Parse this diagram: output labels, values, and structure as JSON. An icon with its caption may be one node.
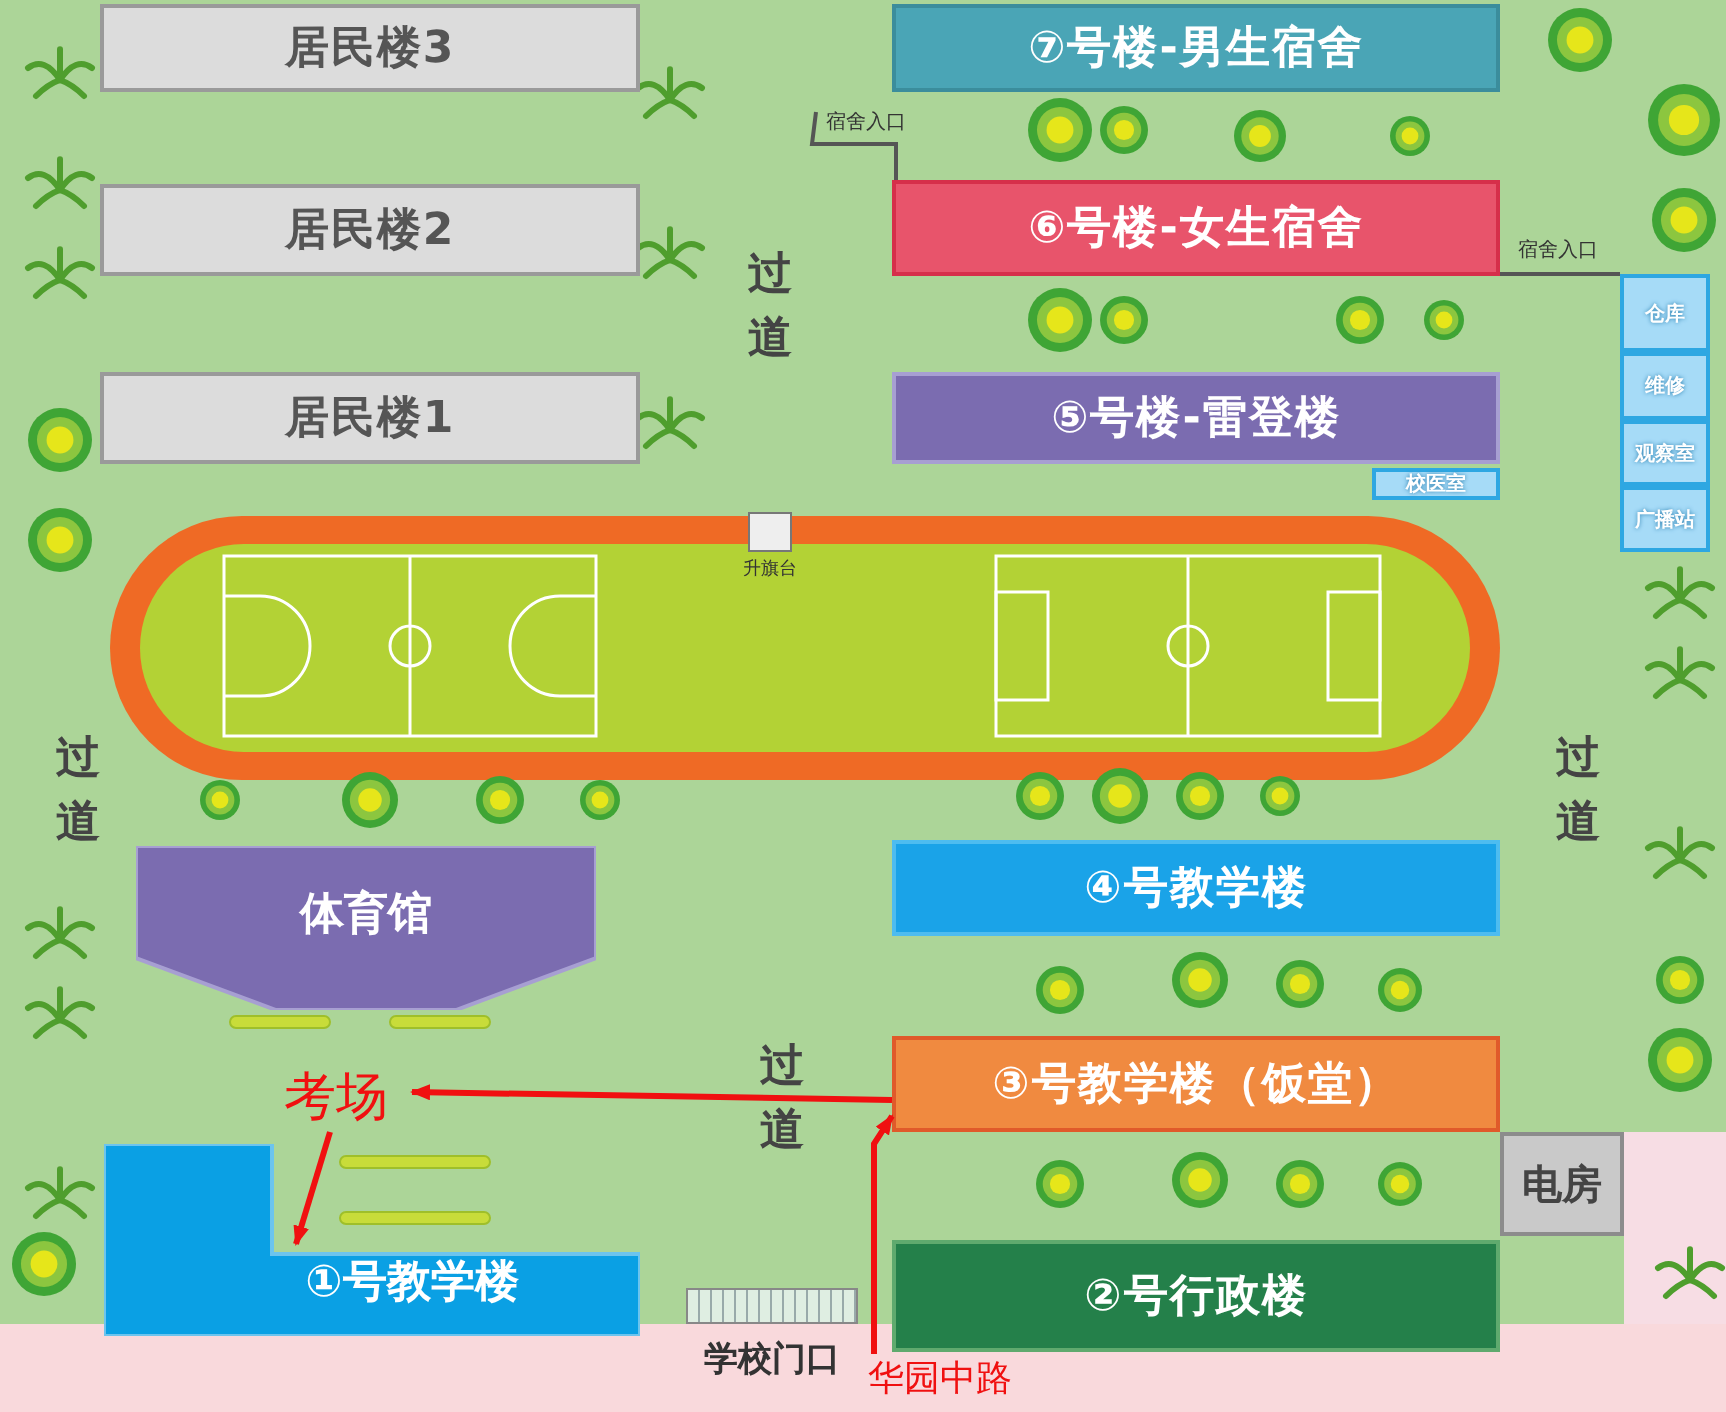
{
  "diagram": {
    "nodes": [
      {
        "text": [
          "居民楼3"
        ]
      },
      {
        "text": [
          "⑦号楼-男生宿舍"
        ]
      },
      {
        "text": [
          "宿舍入口"
        ]
      },
      {
        "text": [
          "居民楼2"
        ]
      },
      {
        "text": [
          "⑥号楼-女生宿舍"
        ]
      },
      {
        "text": [
          "仓库"
        ]
      },
      {
        "text": [
          "居民楼1"
        ]
      },
      {
        "text": [
          "⑤号楼-雷登楼"
        ]
      },
      {
        "text": [
          "维修"
        ]
      },
      {
        "text": [
          "观察室"
        ]
      },
      {
        "text": [
          "校医室"
        ]
      },
      {
        "text": [
          "广播站"
        ]
      },
      {
        "text": [
          "升旗台"
        ]
      },
      {
        "text": [
          "体育馆"
        ]
      },
      {
        "text": [
          "④号教学楼"
        ]
      },
      {
        "text": [
          "考场"
        ]
      },
      {
        "text": [
          "③号教学楼（饭堂）"
        ]
      },
      {
        "text": [
          "电房"
        ]
      },
      {
        "text": [
          "①号教学楼"
        ]
      },
      {
        "text": [
          "②号行政楼"
        ]
      },
      {
        "text": [
          "学校门口"
        ]
      },
      {
        "text": [
          "华园中路"
        ]
      }
    ],
    "edges": [
      {
        "from": 2,
        "to": 4,
        "arrow": "none",
        "color": "#555555"
      },
      {
        "from": 4,
        "to": 5,
        "arrow": "none",
        "label": "宿舍入口",
        "color": "#555555"
      },
      {
        "from": 21,
        "to": 16,
        "arrow": "to"
      },
      {
        "from": 16,
        "to": 15,
        "arrow": "to"
      },
      {
        "from": 15,
        "to": 18,
        "arrow": "to"
      }
    ],
    "labels": [
      "过道",
      "过道",
      "过道",
      "过道"
    ]
  }
}
